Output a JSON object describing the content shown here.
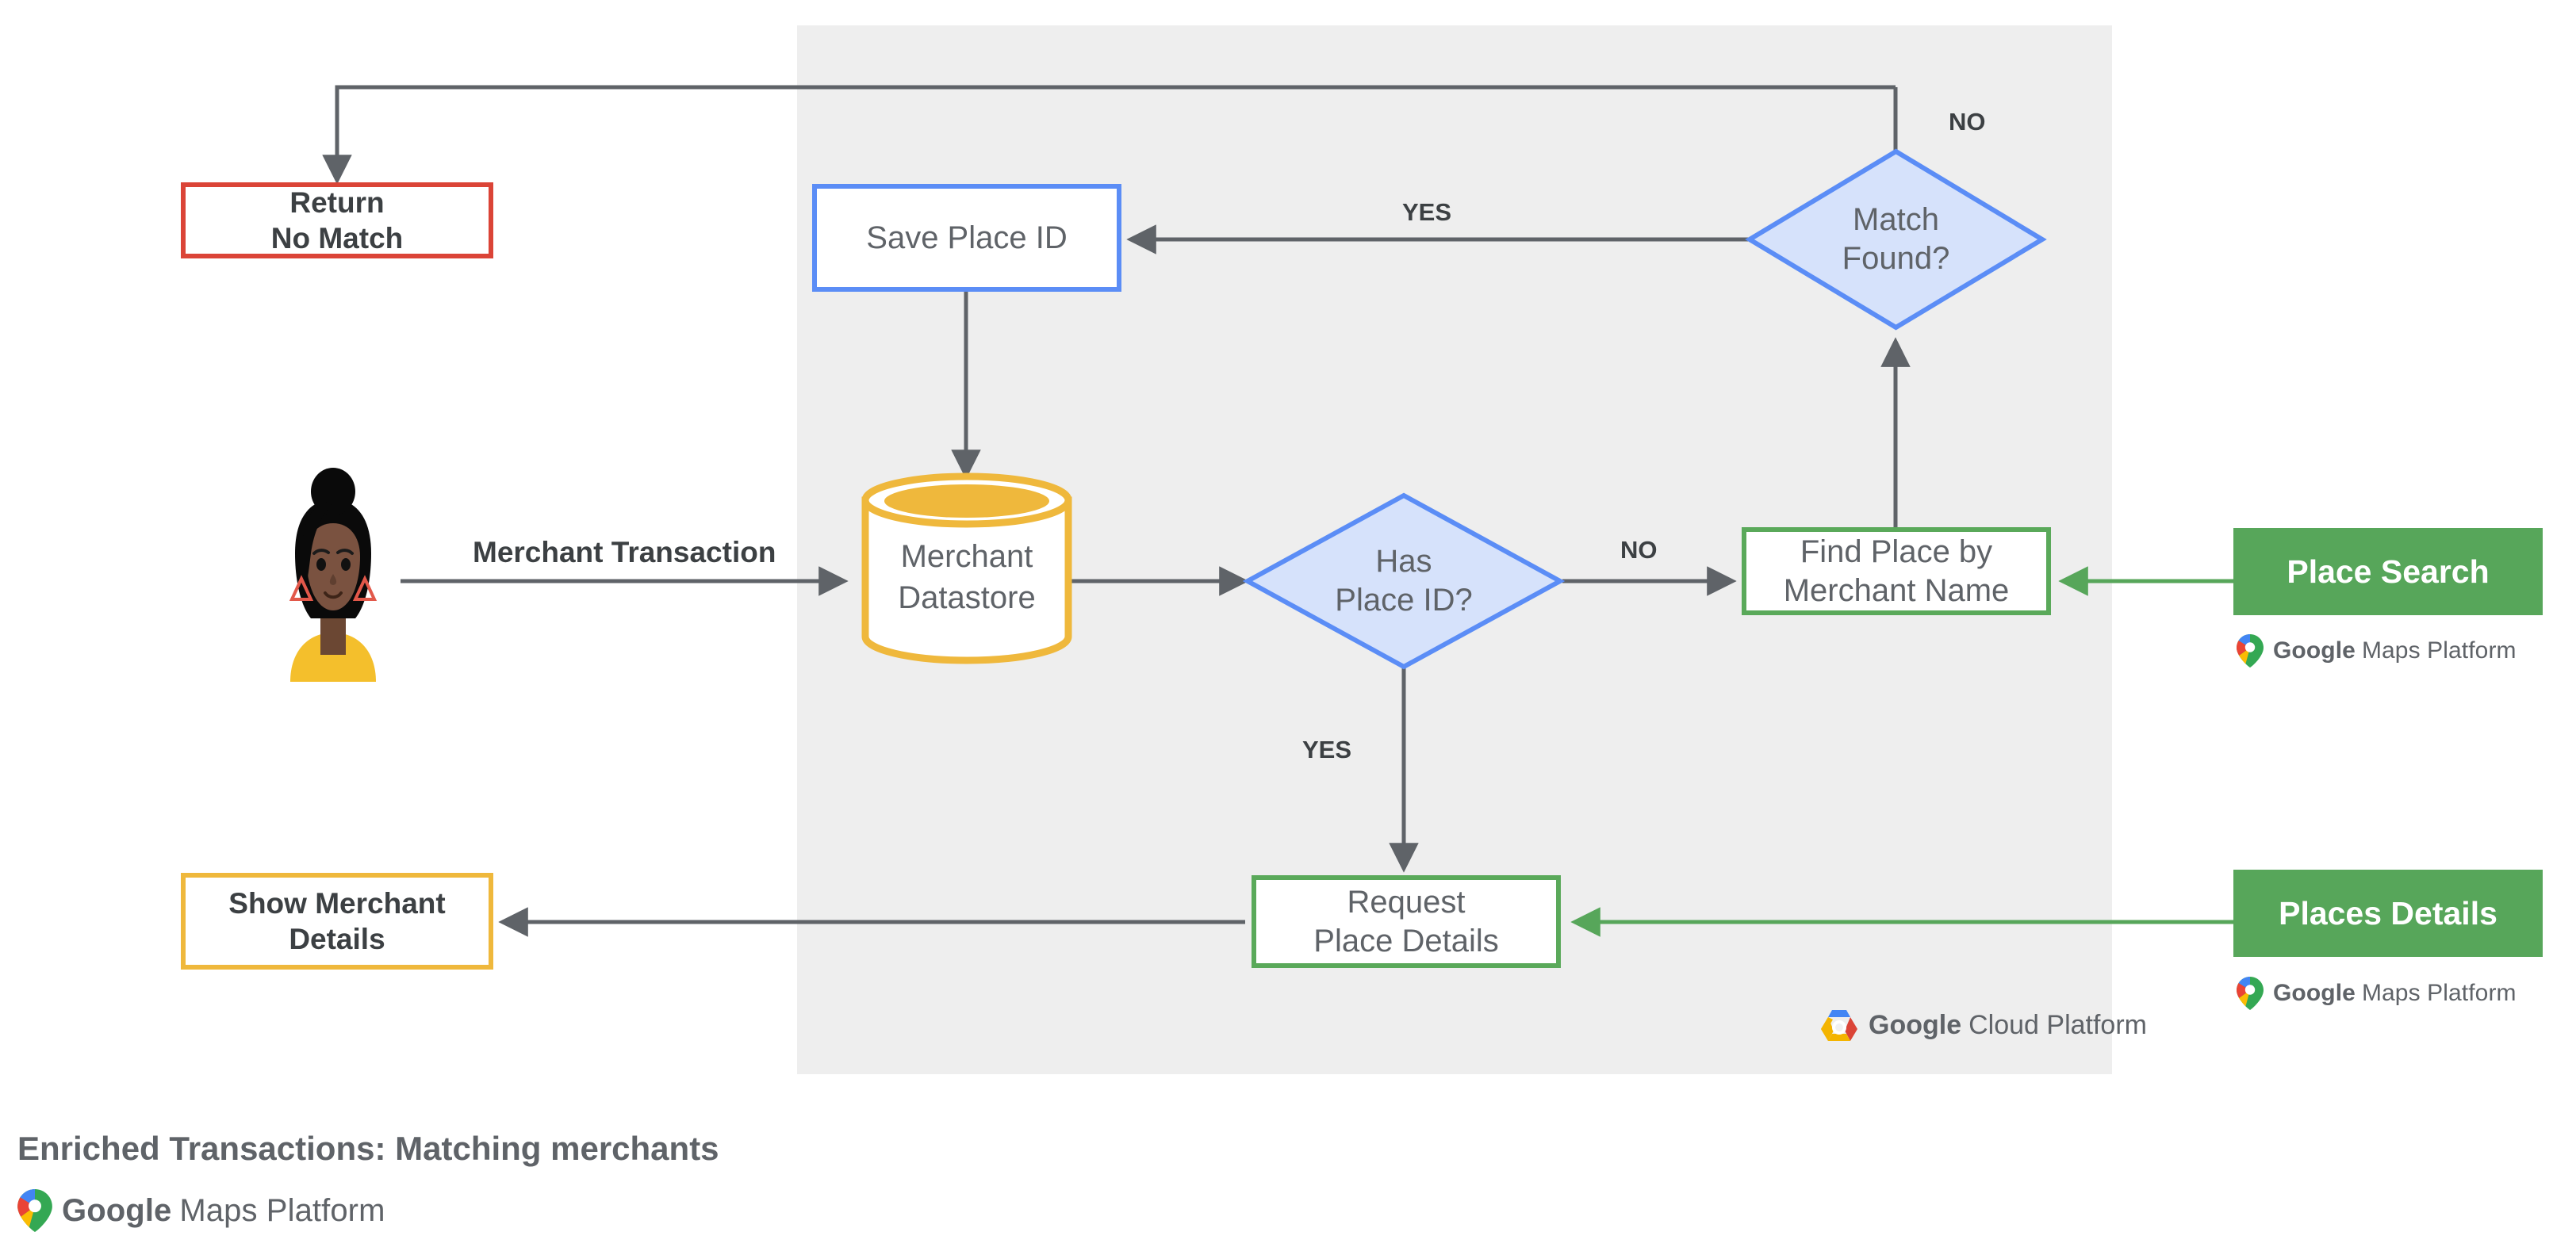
{
  "diagram": {
    "caption": "Enriched Transactions: Matching merchants",
    "brand_footer": {
      "google": "Google",
      "suffix": "Maps Platform"
    },
    "panel": {
      "name": "google-cloud-platform-panel",
      "color": "#eeeeee"
    }
  },
  "colors": {
    "red": "#db4437",
    "blue": "#5b8df6",
    "blue_fill": "#d6e2fb",
    "yellow": "#efb83c",
    "green": "#5aa95a",
    "green_solid": "#57a65a",
    "gray_text": "#5f6368",
    "dark_text": "#3c4043",
    "wire": "#5f6368",
    "panel_bg": "#eeeeee"
  },
  "nodes": {
    "return_no_match": {
      "label": "Return\nNo Match",
      "shape": "rectangle",
      "border_color": "#db4437"
    },
    "save_place_id": {
      "label": "Save Place ID",
      "shape": "rectangle",
      "border_color": "#5b8df6"
    },
    "match_found": {
      "label": "Match\nFound?",
      "shape": "diamond",
      "border_color": "#5b8df6",
      "fill": "#d6e2fb"
    },
    "merchant_datastore": {
      "label": "Merchant\nDatastore",
      "shape": "cylinder",
      "color": "#efb83c"
    },
    "has_place_id": {
      "label": "Has\nPlace ID?",
      "shape": "diamond",
      "border_color": "#5b8df6",
      "fill": "#d6e2fb"
    },
    "find_place_by_merchant_name": {
      "label": "Find Place by\nMerchant Name",
      "shape": "rectangle",
      "border_color": "#5aa95a"
    },
    "place_search": {
      "label": "Place Search",
      "shape": "rectangle-filled",
      "fill": "#57a65a"
    },
    "request_place_details": {
      "label": "Request\nPlace Details",
      "shape": "rectangle",
      "border_color": "#5aa95a"
    },
    "places_details": {
      "label": "Places Details",
      "shape": "rectangle-filled",
      "fill": "#57a65a"
    },
    "show_merchant_details": {
      "label": "Show Merchant\nDetails",
      "shape": "rectangle",
      "border_color": "#efb83c"
    },
    "user": {
      "label": "",
      "shape": "avatar"
    }
  },
  "edge_labels": {
    "merchant_transaction": "Merchant Transaction",
    "match_found_no": "NO",
    "match_found_yes": "YES",
    "has_place_id_no": "NO",
    "has_place_id_yes": "YES"
  },
  "logos": {
    "google_maps_platform": {
      "google": "Google",
      "suffix": "Maps Platform"
    },
    "google_cloud_platform": {
      "google": "Google",
      "suffix": "Cloud Platform"
    }
  }
}
